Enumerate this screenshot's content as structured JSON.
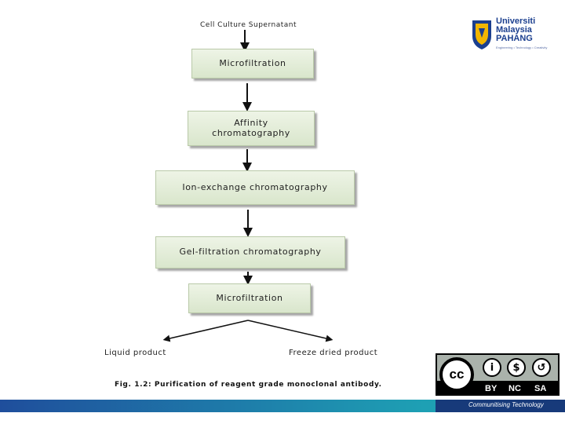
{
  "diagram": {
    "source_label": "Cell Culture Supernatant",
    "steps": [
      "Microfiltration",
      "Affinity\nchromatography",
      "Ion-exchange chromatography",
      "Gel-filtration chromatography",
      "Microfiltration"
    ],
    "outputs": [
      "Liquid product",
      "Freeze dried product"
    ],
    "caption": "Fig. 1.2: Purification of reagent grade monoclonal antibody."
  },
  "logo": {
    "line1": "Universiti",
    "line2": "Malaysia",
    "line3": "PAHANG",
    "tagline": "Engineering • Technology • Creativity",
    "color": "#1b3f8f"
  },
  "license": {
    "cc": "cc",
    "labels": [
      "BY",
      "NC",
      "SA"
    ],
    "icons": [
      "person-icon",
      "no-dollar-icon",
      "share-alike-icon"
    ]
  },
  "footer": {
    "tagline": "Communitising Technology",
    "colors": [
      "#1f4e9c",
      "#1ea0b4",
      "#173a7a"
    ]
  }
}
